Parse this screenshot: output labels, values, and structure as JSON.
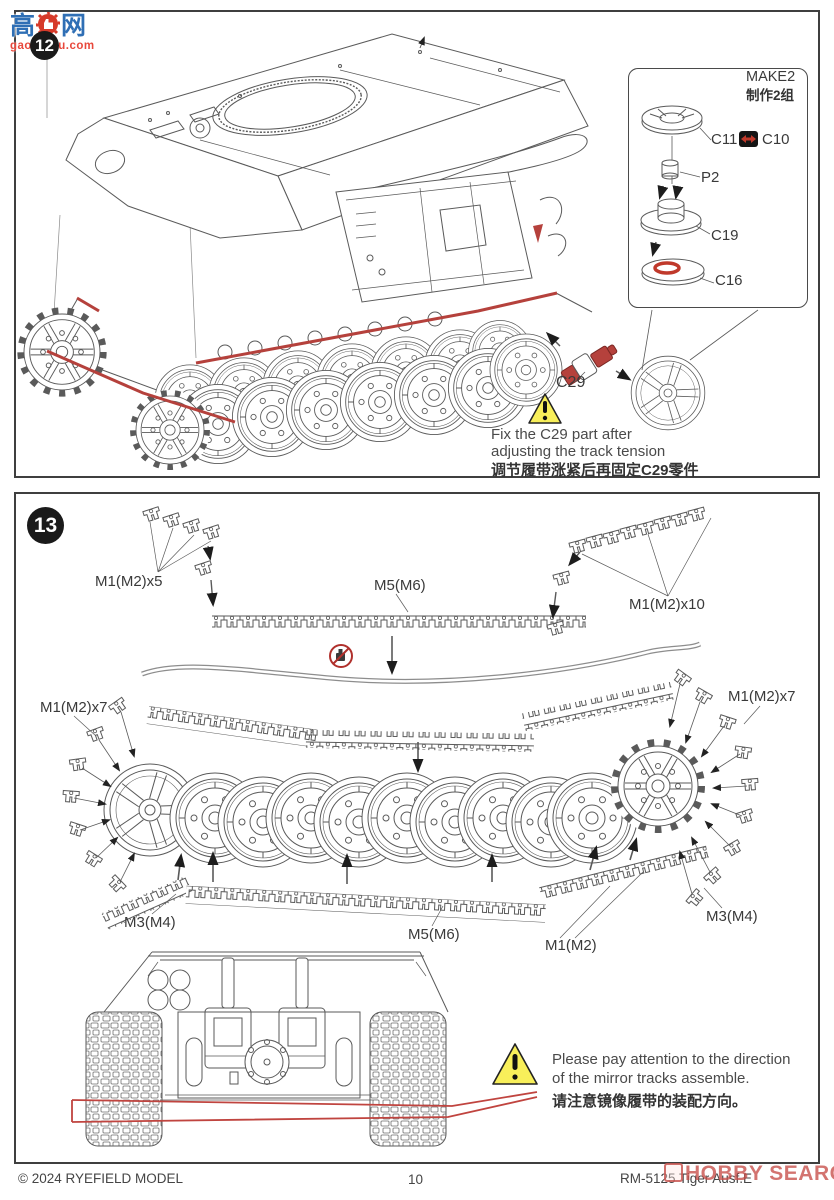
{
  "colors": {
    "line": "#565656",
    "highlight_red": "#b5413c",
    "warning_yellow": "#f8ef5a",
    "badge_black": "#1a1a1a",
    "watermark_red": "#c64d48",
    "watermark_blue": "#2f6fb5"
  },
  "site_watermark": {
    "char_left": "高",
    "char_right": "网",
    "url": "gao-shou.com"
  },
  "step12": {
    "number": "12",
    "make_box": {
      "title": "MAKE2",
      "subtitle": "制作2组",
      "label_c11": "C11",
      "label_c10": "C10",
      "label_p2": "P2",
      "label_c19": "C19",
      "label_c16": "C16"
    },
    "label_c29": "C29",
    "note": {
      "en1": "Fix the C29 part after",
      "en2": "adjusting the track tension",
      "cn": "调节履带涨紧后再固定C29零件"
    }
  },
  "step13": {
    "number": "13",
    "labels": {
      "m1m2x5": "M1(M2)x5",
      "m5m6_top": "M5(M6)",
      "m1m2x10": "M1(M2)x10",
      "m1m2x7_left": "M1(M2)x7",
      "m1m2x7_right": "M1(M2)x7",
      "m3m4_left": "M3(M4)",
      "m5m6_bottom": "M5(M6)",
      "m1m2": "M1(M2)",
      "m3m4_right": "M3(M4)"
    },
    "note": {
      "en1": "Please pay attention to the direction",
      "en2": "of the mirror tracks assemble.",
      "cn": "请注意镜像履带的装配方向。"
    }
  },
  "footer": {
    "copyright": "© 2024 RYEFIELD MODEL",
    "page_number": "10",
    "kit_name": "RM-5125 Tiger Ausf.E",
    "watermark": "HOBBY SEARCH"
  }
}
